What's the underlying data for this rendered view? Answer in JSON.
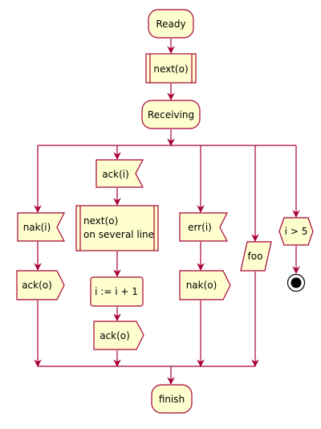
{
  "colors": {
    "node_fill": "#FEFECE",
    "line": "#A80036",
    "text": "#000000",
    "stop_fill": "#000000",
    "background": "#FFFFFF"
  },
  "nodes": {
    "ready": "Ready",
    "next": "next(o)",
    "receiving": "Receiving",
    "ack_i": "ack(i)",
    "next_multi_line1": "next(o)",
    "next_multi_line2": "on several line",
    "incr": "i := i + 1",
    "ack_o_branch2": "ack(o)",
    "nak_i": "nak(i)",
    "ack_o_branch1": "ack(o)",
    "err_i": "err(i)",
    "nak_o": "nak(o)",
    "foo": "foo",
    "cond": "i > 5",
    "finish": "finish"
  }
}
